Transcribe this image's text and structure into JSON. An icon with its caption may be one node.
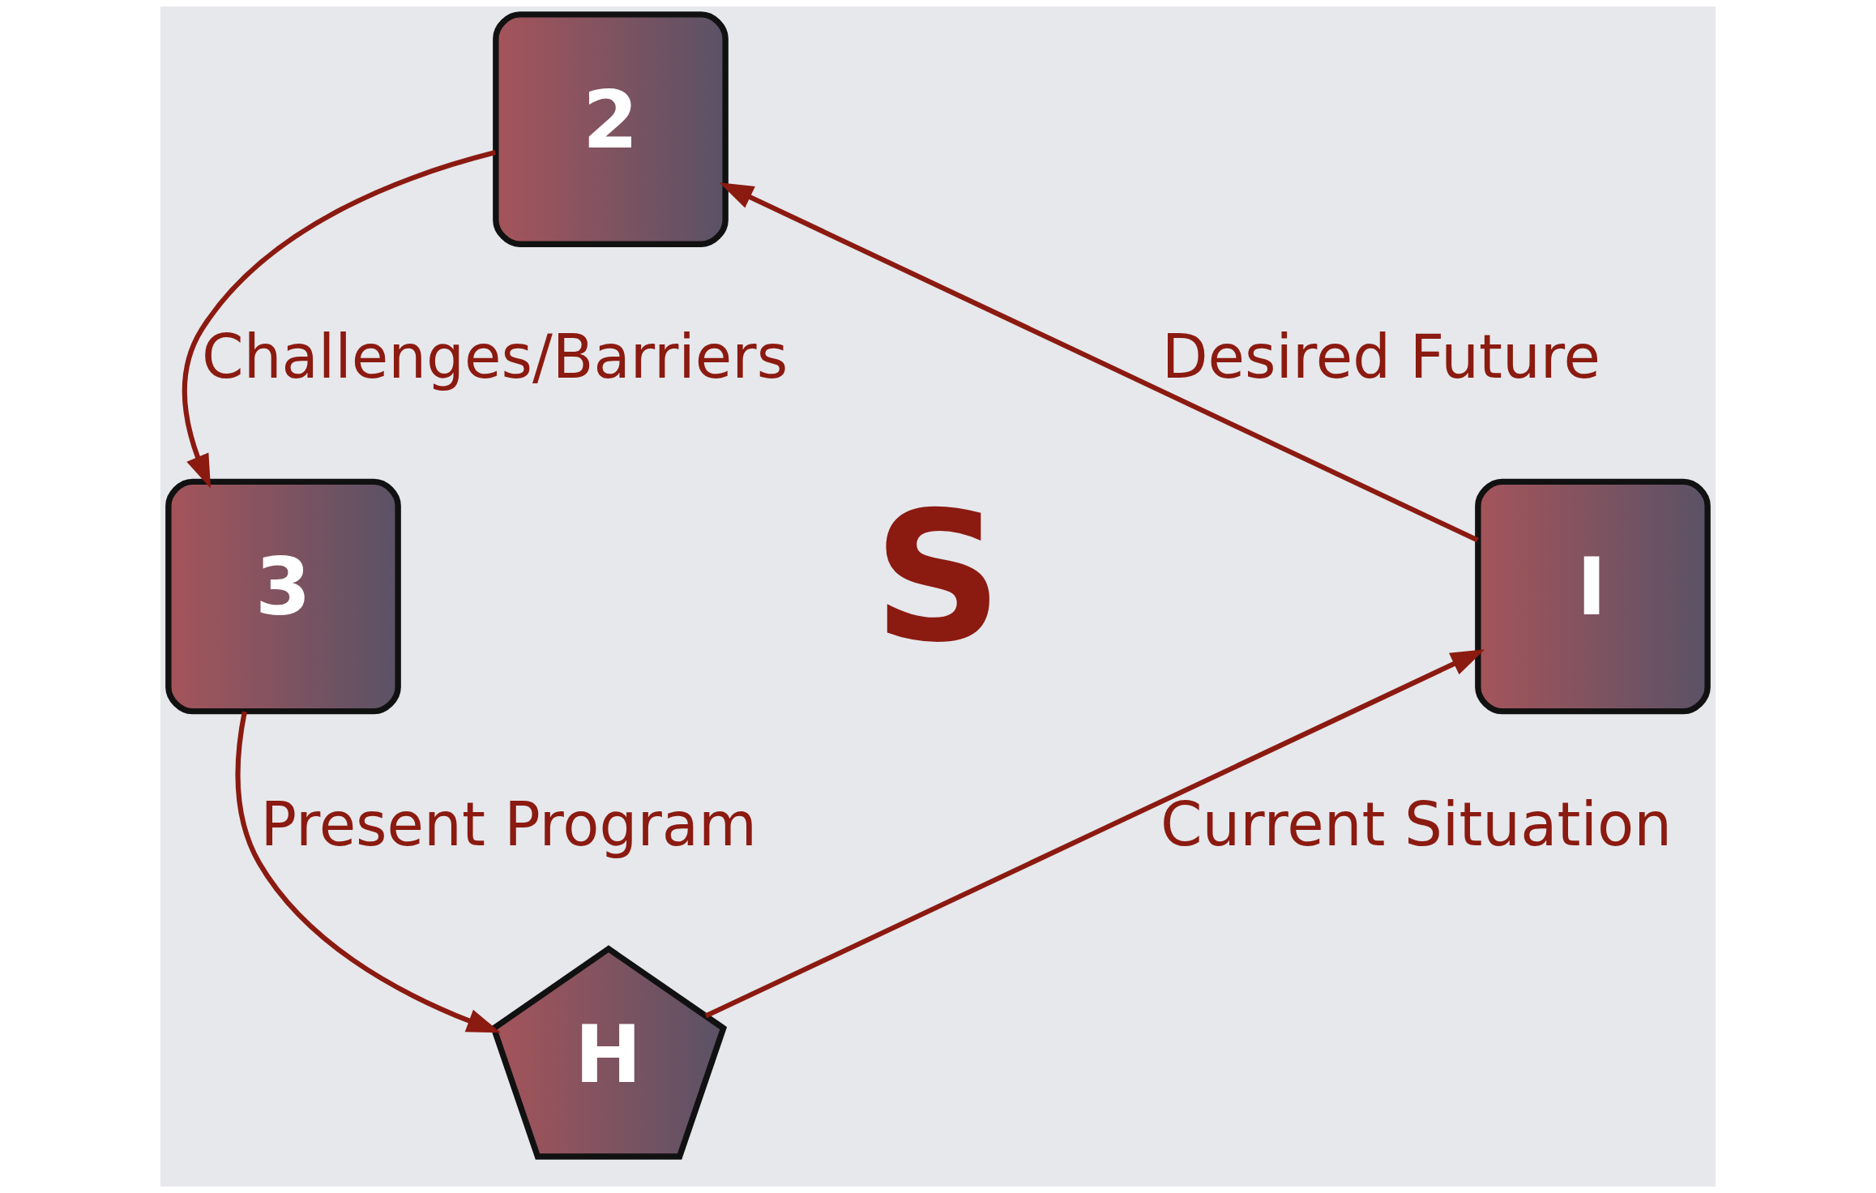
{
  "diagram": {
    "nodes": [
      {
        "text": [
          "2"
        ]
      },
      {
        "text": [
          "3"
        ]
      },
      {
        "text": [
          "I"
        ]
      },
      {
        "text": [
          "H"
        ]
      }
    ],
    "edges": [
      {
        "from": 3,
        "to": 2,
        "arrow": "to",
        "label": "Current Situation"
      },
      {
        "from": 2,
        "to": 0,
        "arrow": "to",
        "label": "Desired Future"
      },
      {
        "from": 0,
        "to": 1,
        "arrow": "to",
        "label": "Challenges/Barriers"
      },
      {
        "from": 1,
        "to": 3,
        "arrow": "to",
        "label": "Present Program"
      }
    ],
    "labels": [
      "S"
    ]
  }
}
